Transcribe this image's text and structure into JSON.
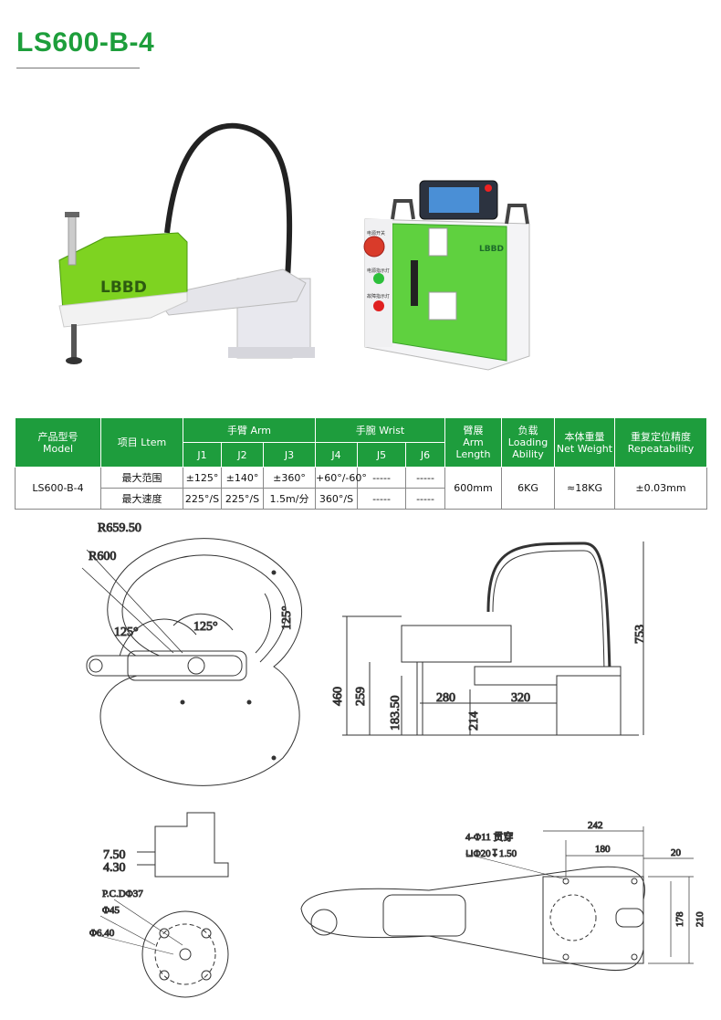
{
  "title": "LS600-B-4",
  "photo": {
    "robot_logo": "LBBD",
    "cabinet_logo": "LBBD",
    "cabinet_labels": [
      "电源开关",
      "电源指示灯",
      "故障指示灯"
    ]
  },
  "table": {
    "h_model_cn": "产品型号",
    "h_model_en": "Model",
    "h_item": "项目 Ltem",
    "h_arm": "手臂 Arm",
    "h_wrist": "手腕 Wrist",
    "h_armlen_cn": "臂展",
    "h_armlen_en1": "Arm",
    "h_armlen_en2": "Length",
    "h_load_cn": "负载",
    "h_load_en1": "Loading",
    "h_load_en2": "Ability",
    "h_weight_cn": "本体重量",
    "h_weight_en": "Net Weight",
    "h_rep_cn": "重复定位精度",
    "h_rep_en": "Repeatability",
    "joints": [
      "J1",
      "J2",
      "J3",
      "J4",
      "J5",
      "J6"
    ],
    "model": "LS600-B-4",
    "row1_label": "最大范围",
    "row1": [
      "±125°",
      "±140°",
      "±360°",
      "+60°/-60°",
      "-----",
      "-----"
    ],
    "row2_label": "最大速度",
    "row2": [
      "225°/S",
      "225°/S",
      "1.5m/分",
      "360°/S",
      "-----",
      "-----"
    ],
    "arm_length": "600mm",
    "load": "6KG",
    "weight": "≈18KG",
    "repeatability": "±0.03mm"
  },
  "drawing": {
    "r_outer": "R659.50",
    "r_inner": "R600",
    "angle1": "125°",
    "angle2": "125°",
    "angle3": "125°",
    "d753": "753",
    "d460": "460",
    "d259": "259",
    "d18350": "183.50",
    "d280": "280",
    "d214": "214",
    "d320": "320",
    "d750": "7.50",
    "d430": "4.30",
    "pcd": "P.C.DΦ37",
    "phi45": "Φ45",
    "phi640": "Φ6.40",
    "hole_note1": "4-Φ11 贯穿",
    "hole_note2": "⊔Φ20↧1.50",
    "d242": "242",
    "d180": "180",
    "d20": "20",
    "d210": "210",
    "d178": "178"
  },
  "colors": {
    "brand_green": "#1e9d3d",
    "robot_green": "#7ed321"
  }
}
